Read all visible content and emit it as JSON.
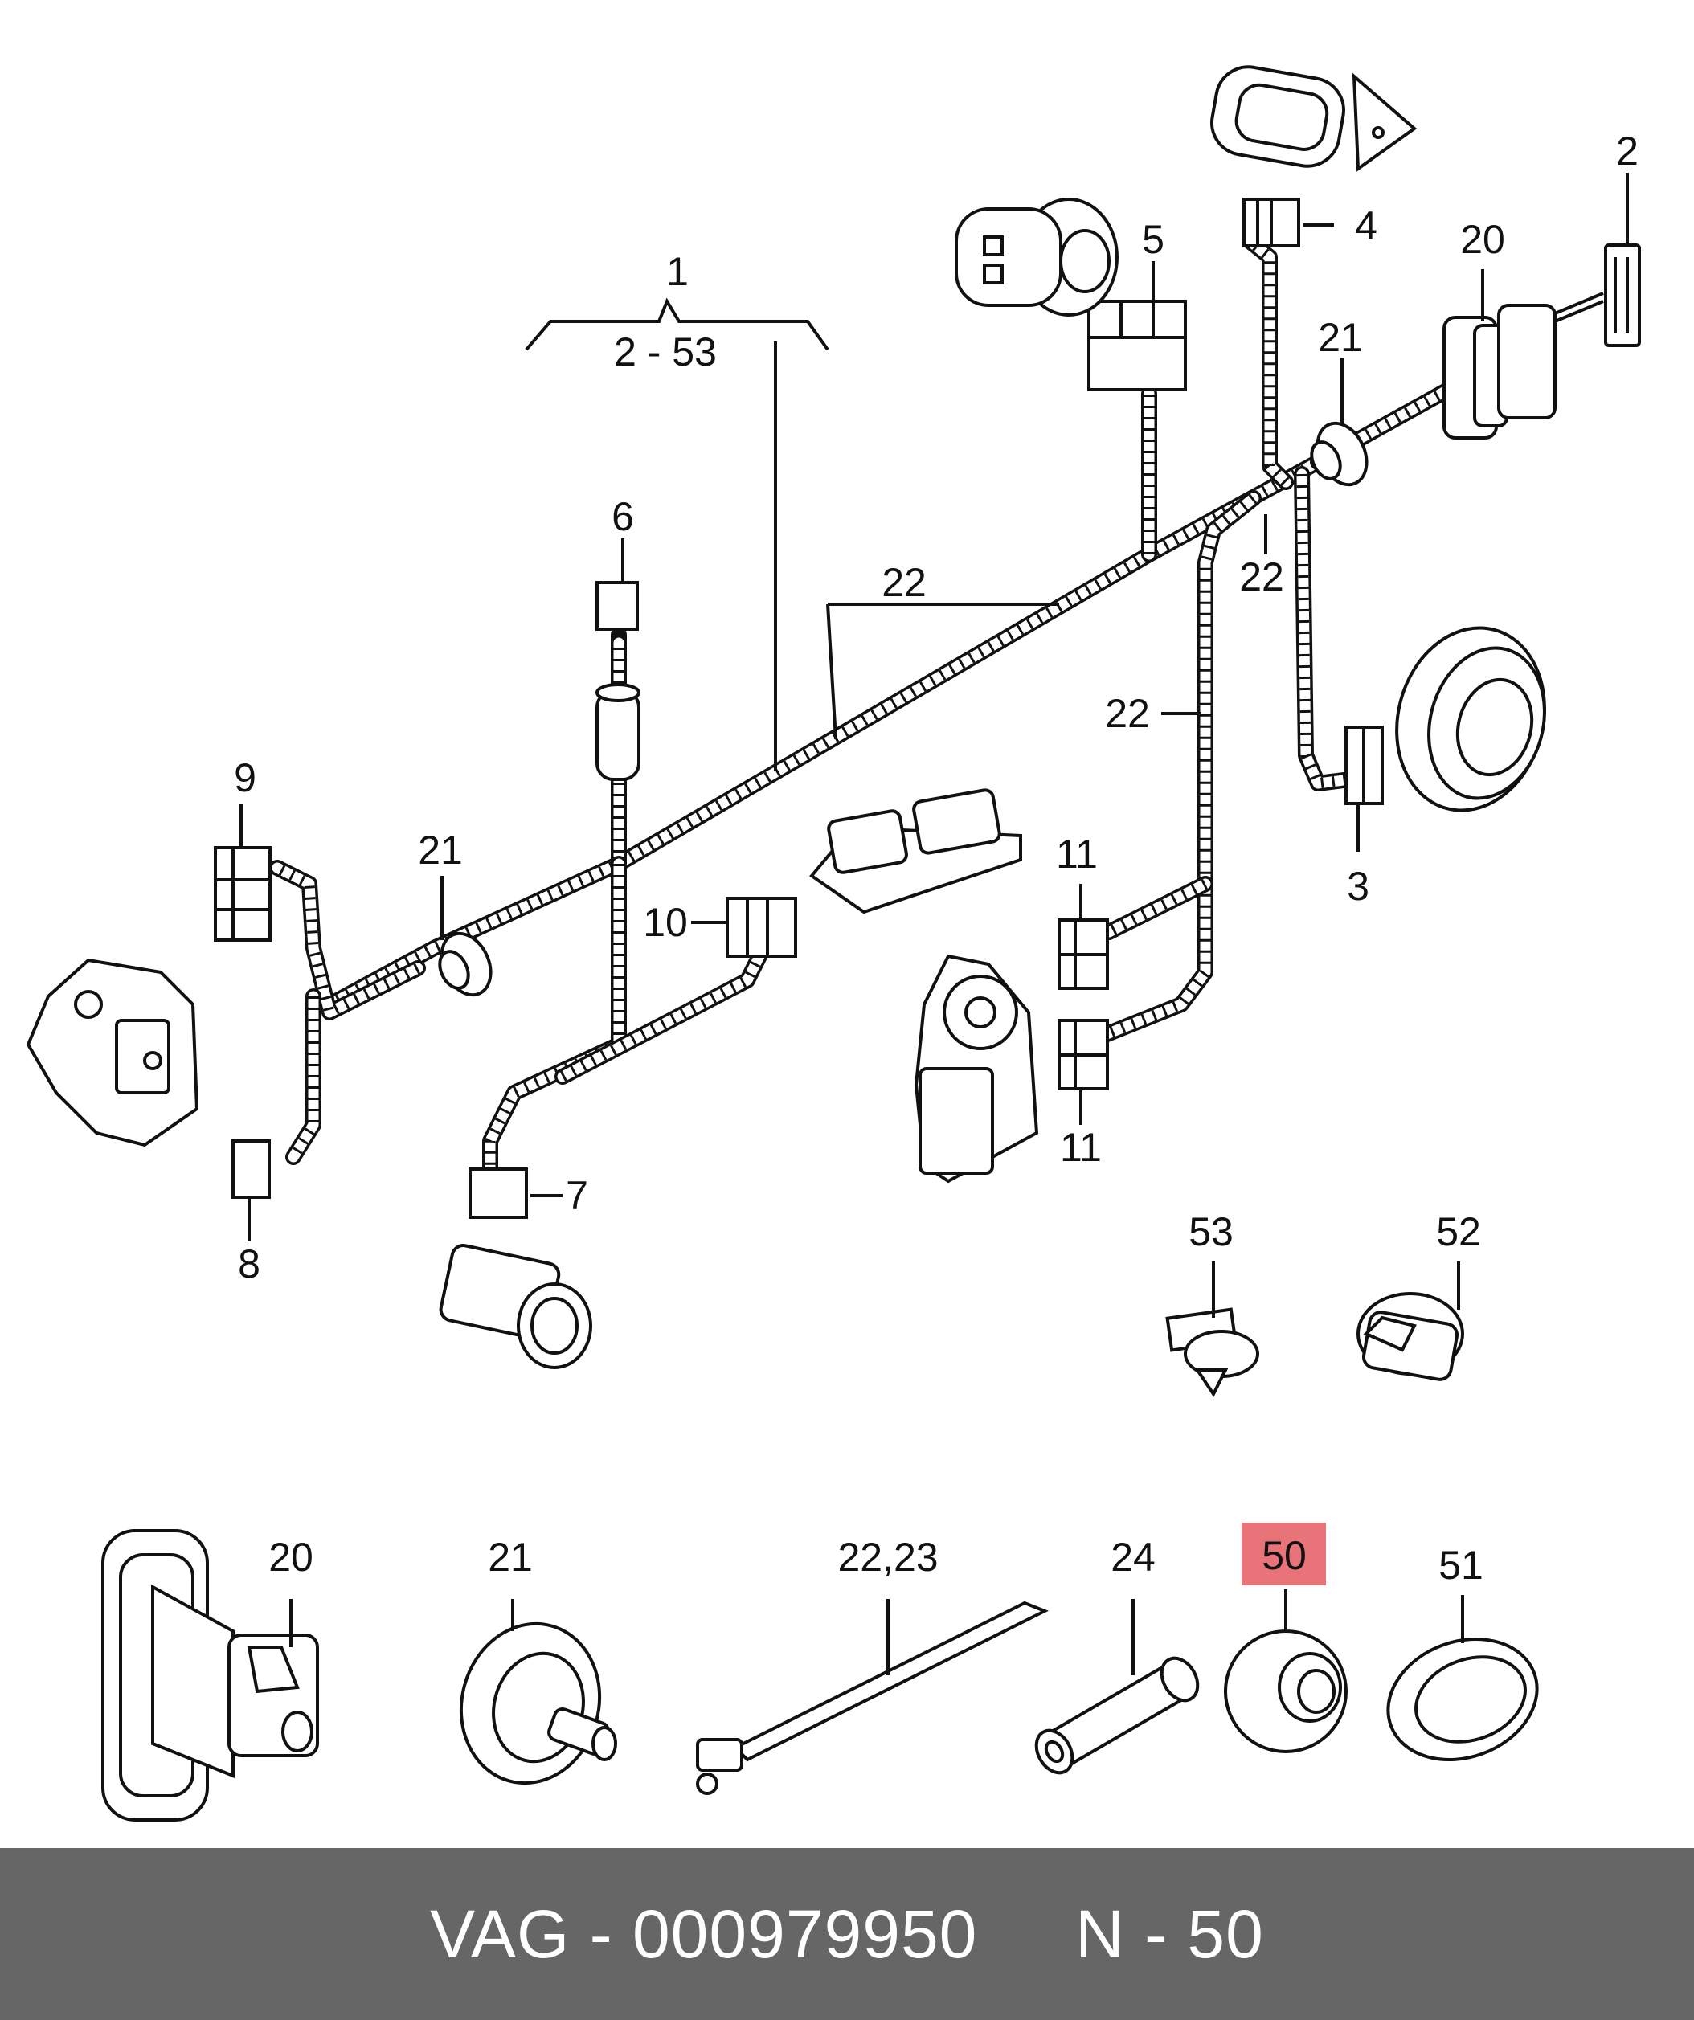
{
  "diagram": {
    "labels": {
      "assembly": "1",
      "assembly_range": "2 - 53",
      "p2": "2",
      "p3": "3",
      "p4": "4",
      "p5": "5",
      "p6": "6",
      "p7": "7",
      "p8": "8",
      "p9": "9",
      "p10": "10",
      "p11_top": "11",
      "p11_bottom": "11",
      "p20_top": "20",
      "p21_top_right": "21",
      "p21_left": "21",
      "p22_top": "22",
      "p22_right": "22",
      "p22_mid": "22",
      "p53": "53",
      "p52": "52",
      "p20_bottom": "20",
      "p21_bottom": "21",
      "p22_23": "22,23",
      "p24": "24",
      "p50": "50",
      "p51": "51"
    },
    "highlight_color": "#e8747a"
  },
  "footer": {
    "text": "VAG - 000979950     N - 50",
    "background": "#666666"
  }
}
